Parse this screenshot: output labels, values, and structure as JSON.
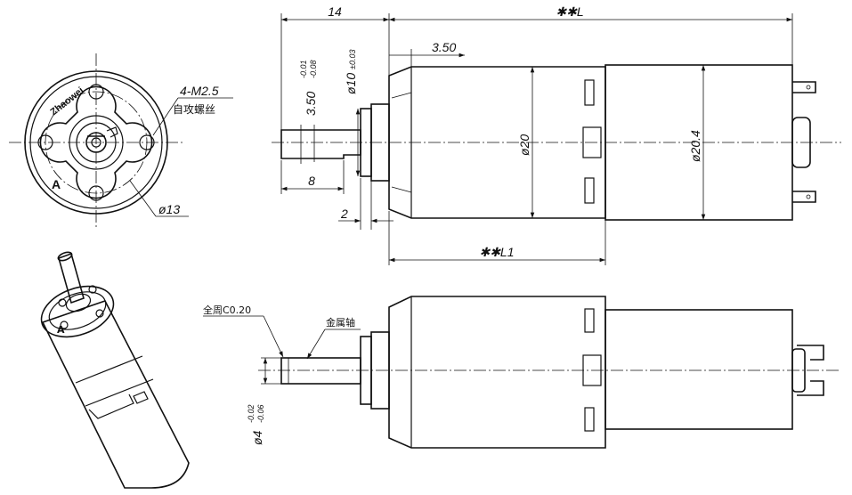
{
  "drawing": {
    "front_view": {
      "brand_text": "Zhaowei",
      "side_marker": "A",
      "hole_callout_line1": "4-M2.5",
      "hole_callout_line2": "自攻螺丝",
      "circle_dim": "ø13"
    },
    "side_view": {
      "dim_flange_offset": "14",
      "dim_total_length": "✱✱L",
      "dim_step": "3.50",
      "dim_flat_height": "3.50",
      "dim_flat_tol_upper": "-0.01",
      "dim_flat_tol_lower": "-0.08",
      "dim_boss_dia": "ø10",
      "dim_boss_tol": "±0.03",
      "dim_shaft_length": "8",
      "dim_boss_thickness": "2",
      "dim_gearbox_dia": "ø20",
      "dim_motor_dia": "ø20.4",
      "dim_gearbox_length": "✱✱L1"
    },
    "bottom_view": {
      "chamfer_note": "全周C0.20",
      "shaft_note": "金属轴",
      "dim_shaft_dia": "ø4",
      "dim_shaft_tol_upper": "-0.02",
      "dim_shaft_tol_lower": "-0.06"
    }
  }
}
